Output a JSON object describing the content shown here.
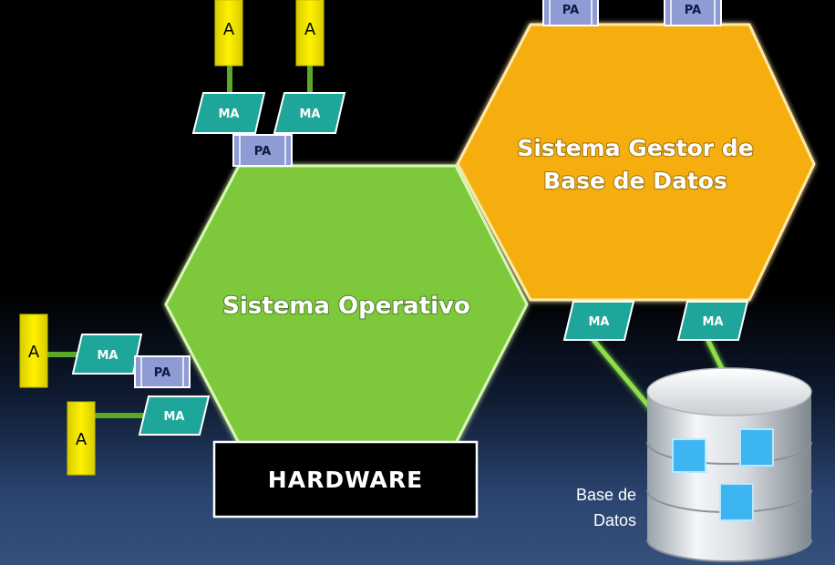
{
  "diagram": {
    "os_label": "Sistema Operativo",
    "dbms_label_line1": "Sistema Gestor de",
    "dbms_label_line2": "Base de Datos",
    "hardware_label": "HARDWARE",
    "db_label_line1": "Base de",
    "db_label_line2": "Datos",
    "app_label": "A",
    "adapter_label": "MA",
    "port_label": "PA"
  },
  "colors": {
    "os_hex": "#7dc83a",
    "dbms_hex": "#f5ae0f",
    "app_box": "#f2e600",
    "adapter": "#1fa69a",
    "port": "#8f9bd4",
    "link": "#5aa828",
    "db_link": "#8ee04a",
    "hardware_bg": "#000000"
  }
}
